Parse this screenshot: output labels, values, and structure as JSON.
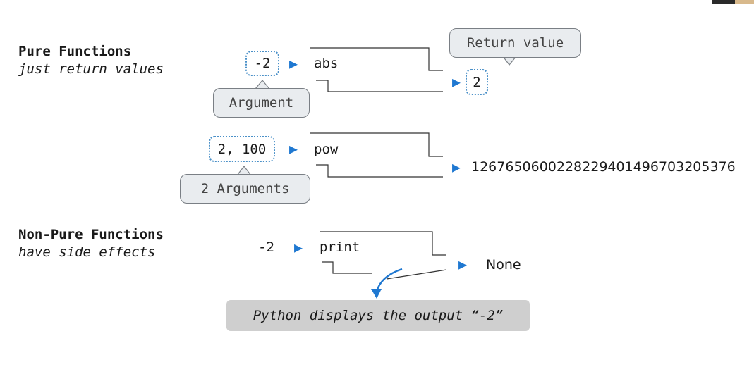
{
  "pure": {
    "heading": "Pure Functions",
    "subtitle": "just return values"
  },
  "nonpure": {
    "heading": "Non-Pure Functions",
    "subtitle": "have side effects"
  },
  "abs_example": {
    "argument": "-2",
    "function": "abs",
    "result": "2",
    "argument_callout": "Argument",
    "return_callout": "Return value"
  },
  "pow_example": {
    "arguments": "2, 100",
    "function": "pow",
    "result": "1267650600228229401496703205376",
    "arguments_callout": "2 Arguments"
  },
  "print_example": {
    "argument": "-2",
    "function": "print",
    "result": "None",
    "side_effect": "Python displays the output “-2”"
  },
  "colors": {
    "arrow": "#1f78d1",
    "dashed_border": "#4a90c8",
    "callout_fill": "#e9ecef",
    "banner_fill": "#cfcfcf"
  }
}
